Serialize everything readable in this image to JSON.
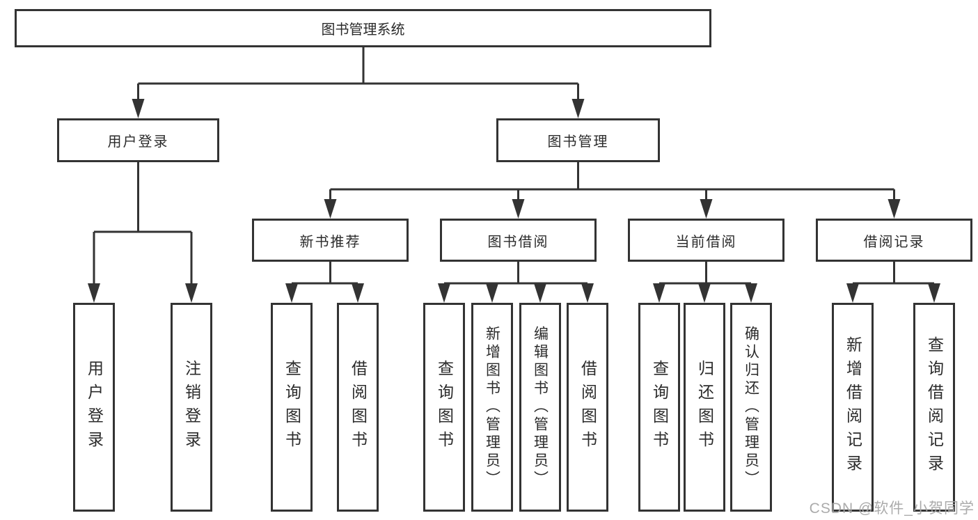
{
  "diagram": {
    "root": {
      "label": "图书管理系统"
    },
    "branches": [
      {
        "label": "用户登录",
        "children": [
          {
            "label": "用户登录"
          },
          {
            "label": "注销登录"
          }
        ]
      },
      {
        "label": "图书管理",
        "children": [
          {
            "label": "新书推荐",
            "children": [
              {
                "label": "查询图书"
              },
              {
                "label": "借阅图书"
              }
            ]
          },
          {
            "label": "图书借阅",
            "children": [
              {
                "label": "查询图书"
              },
              {
                "label": "新增图书（管理员）"
              },
              {
                "label": "编辑图书（管理员）"
              },
              {
                "label": "借阅图书"
              }
            ]
          },
          {
            "label": "当前借阅",
            "children": [
              {
                "label": "查询图书"
              },
              {
                "label": "归还图书"
              },
              {
                "label": "确认归还（管理员）"
              }
            ]
          },
          {
            "label": "借阅记录",
            "children": [
              {
                "label": "新增借阅记录"
              },
              {
                "label": "查询借阅记录"
              }
            ]
          }
        ]
      }
    ]
  },
  "watermark": {
    "text": "CSDN @软件_小贺同学"
  },
  "colors": {
    "line": "#333333",
    "box_border": "#333333",
    "box_background": "#ffffff",
    "text": "#2b2b2b",
    "watermark_gray": "#a6a6a6"
  }
}
